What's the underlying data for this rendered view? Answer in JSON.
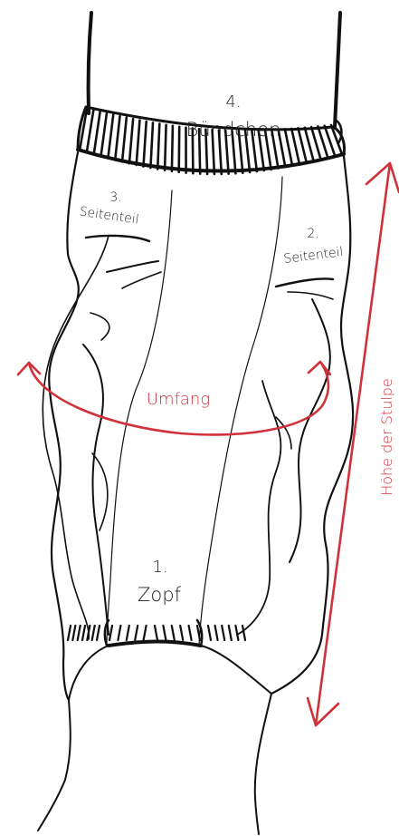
{
  "labels": {
    "part4_number": "4.",
    "part4_name": "Bündchen",
    "part3_number": "3.",
    "part3_name": "Seitenteil",
    "part2_number": "2.",
    "part2_name": "Seitenteil",
    "part1_number": "1.",
    "part1_name": "Zopf",
    "circumference": "Umfang",
    "height": "Höhe der Stulpe"
  },
  "colors": {
    "line": "#111111",
    "accent": "#d0313a",
    "background": "#ffffff"
  }
}
